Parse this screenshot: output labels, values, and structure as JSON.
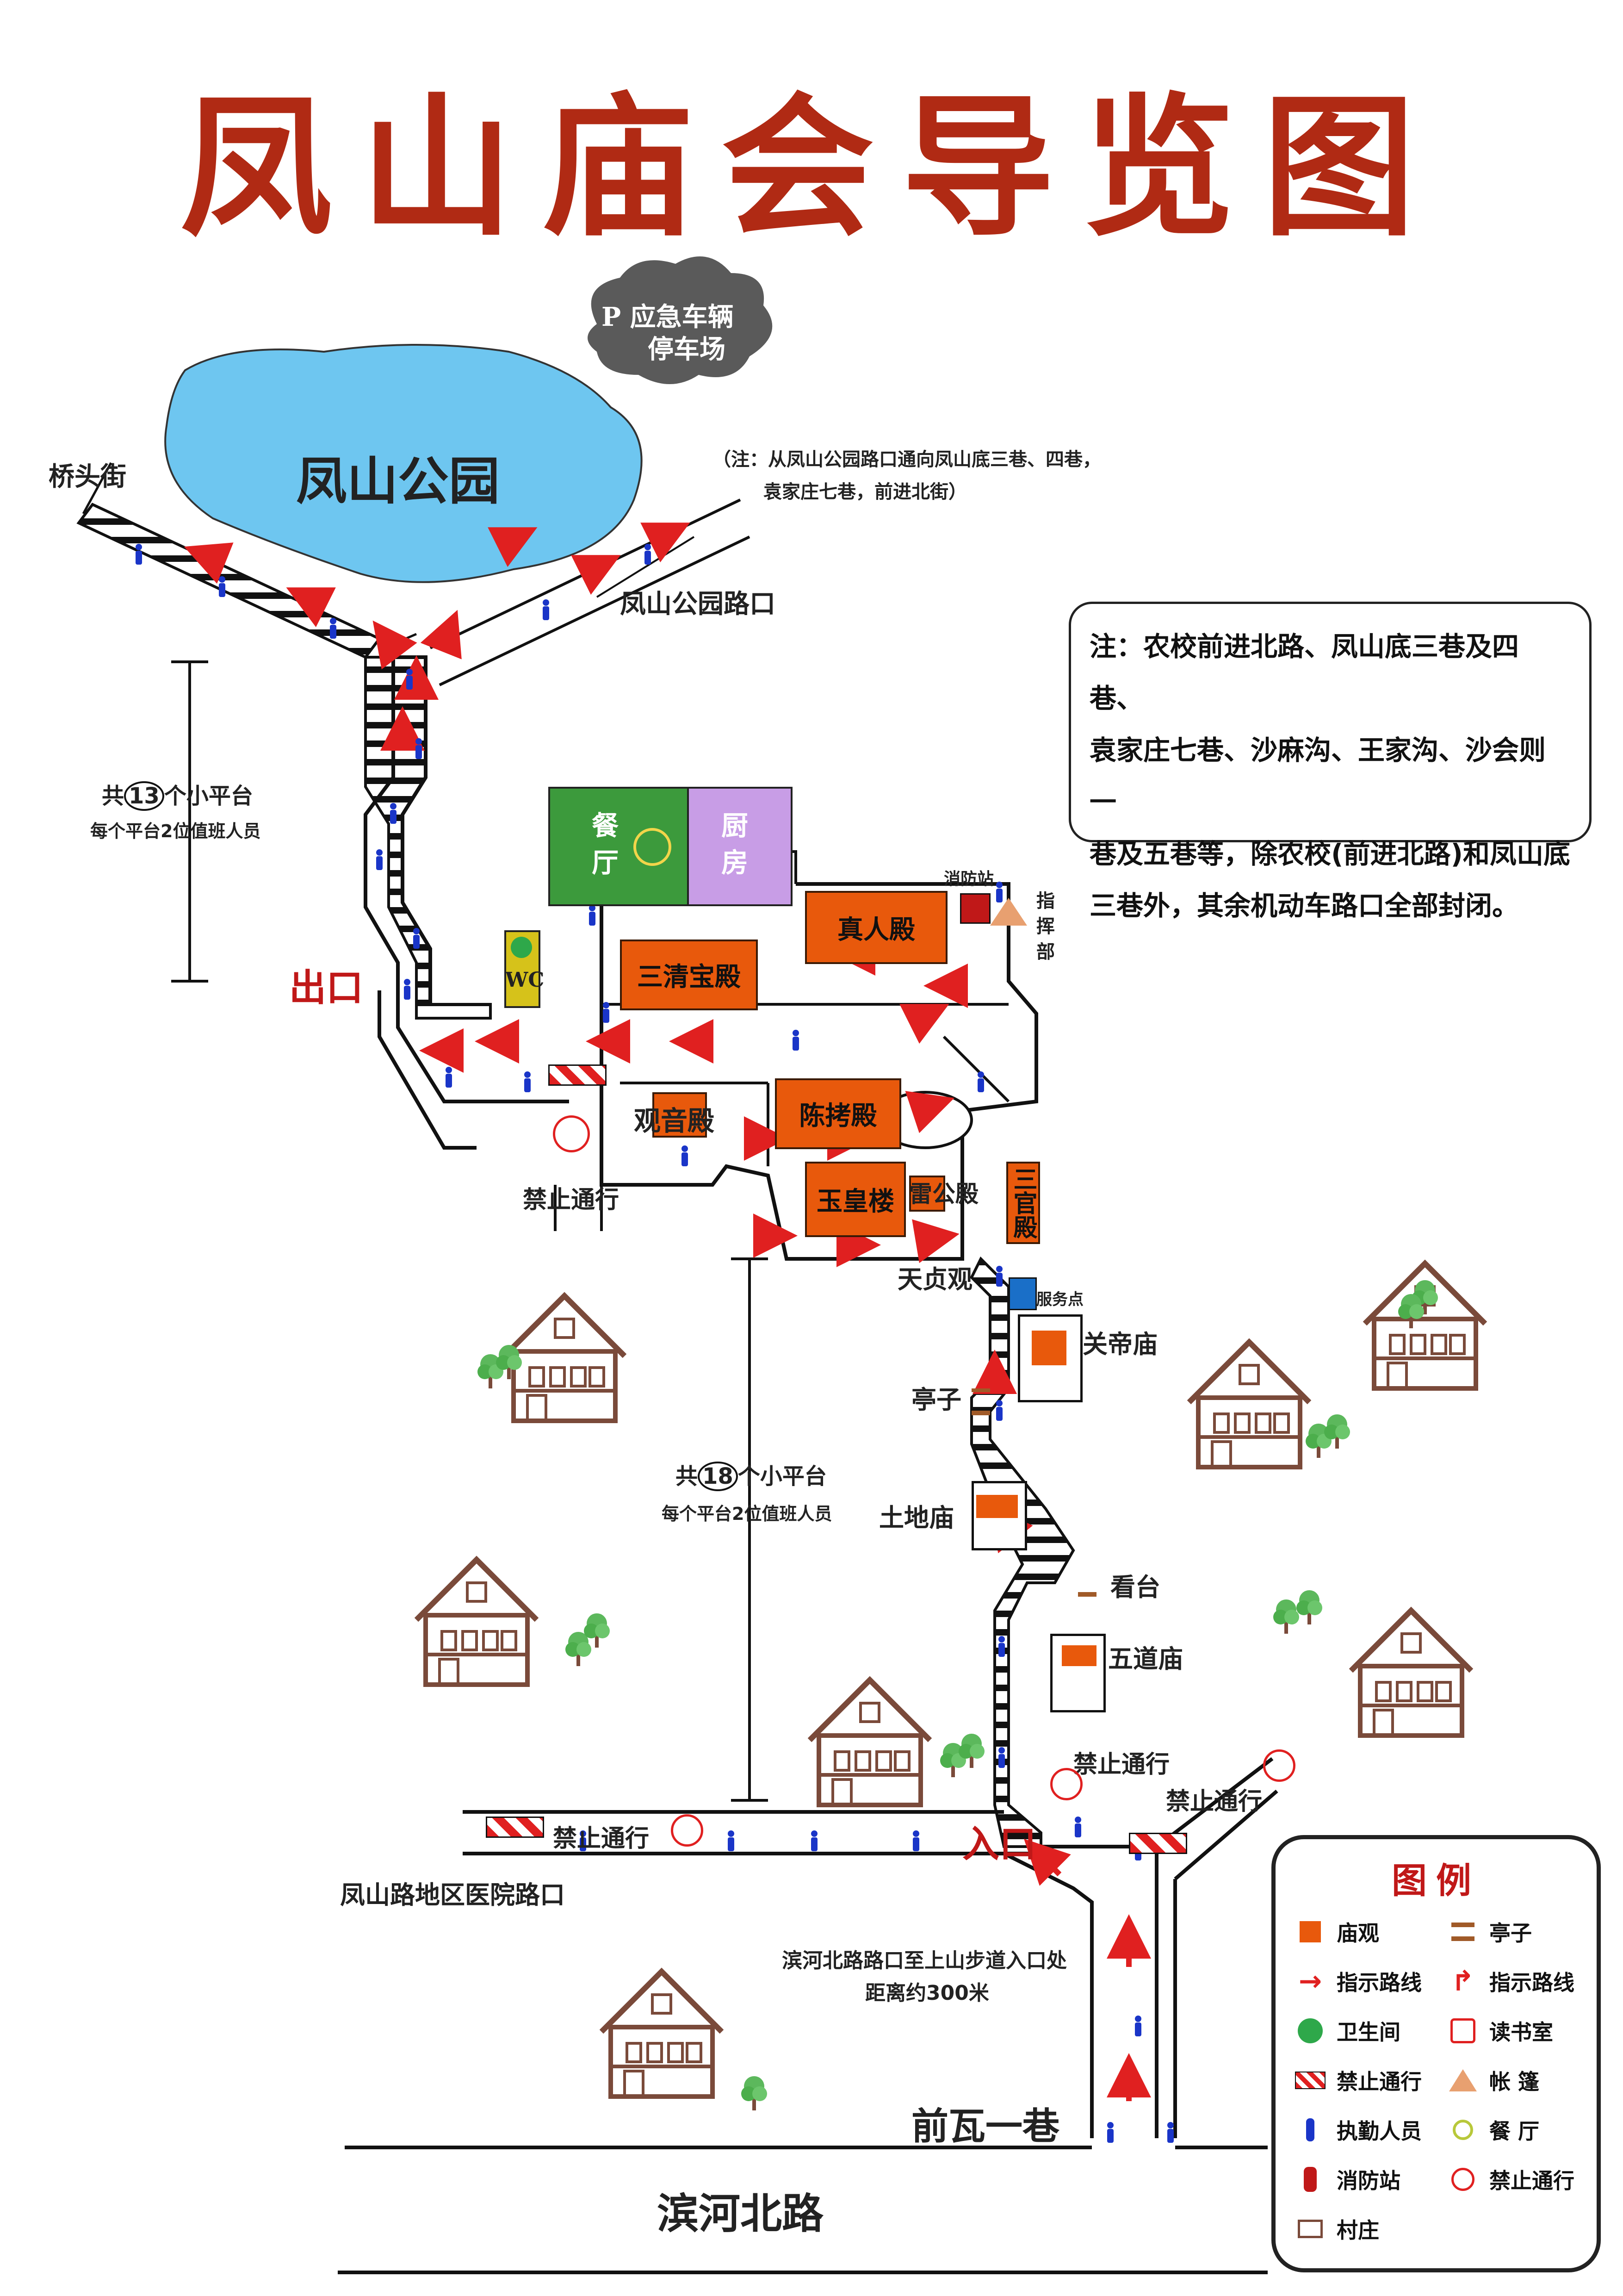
{
  "title": "凤山庙会导览图",
  "parking": {
    "label1": "P 应急车辆",
    "label2": "停车场"
  },
  "places": {
    "park": "凤山公园",
    "qiaotou": "桥头街",
    "park_road": "凤山公园路口",
    "exit": "出口",
    "entrance": "入口",
    "wc": "WC",
    "dining": "餐厅",
    "kitchen": "厨房",
    "fire_station": "消防站",
    "command": "指挥部",
    "zhenren": "真人殿",
    "sanqing": "三清宝殿",
    "guanyin": "观音殿",
    "chenjin": "陈拷殿",
    "yuhuang": "玉皇楼",
    "leigong": "雷公殿",
    "sanguan": "三官殿",
    "tianzhen": "天贞观",
    "service": "服务点",
    "guandi": "关帝庙",
    "pavilion": "亭子",
    "tudi": "土地庙",
    "kantai": "看台",
    "wudao": "五道庙",
    "no_pass_1": "禁止通行",
    "no_pass_2": "禁止通行",
    "no_pass_3": "禁止通行",
    "no_pass_4": "禁止通行",
    "hospital_road": "凤山路地区医院路口",
    "qianwa": "前瓦一巷",
    "binhe": "滨河北路"
  },
  "notes": {
    "park_note_1": "（注：从凤山公园路口通向凤山底三巷、四巷，",
    "park_note_2": "袁家庄七巷，前进北街）",
    "platform_1_a": "共",
    "platform_1_num": "13",
    "platform_1_b": "个小平台",
    "platform_1_sub": "每个平台2位值班人员",
    "platform_2_a": "共",
    "platform_2_num": "18",
    "platform_2_b": "个小平台",
    "platform_2_sub": "每个平台2位值班人员",
    "distance_1": "滨河北路路口至上山步道入口处",
    "distance_2": "距离约300米",
    "closure_lines": [
      "注：农校前进北路、凤山底三巷及四巷、",
      "袁家庄七巷、沙麻沟、王家沟、沙会则一",
      "巷及五巷等，除农校(前进北路)和凤山底",
      "三巷外，其余机动车路口全部封闭。"
    ]
  },
  "legend": {
    "title": "图例",
    "items": [
      {
        "label": "庙观",
        "icon": "temple-square-icon"
      },
      {
        "label": "亭子",
        "icon": "pavilion-icon"
      },
      {
        "label": "指示路线",
        "icon": "straight-arrow-icon"
      },
      {
        "label": "指示路线",
        "icon": "curved-arrow-icon"
      },
      {
        "label": "卫生间",
        "icon": "restroom-icon"
      },
      {
        "label": "读书室",
        "icon": "reading-room-icon"
      },
      {
        "label": "禁止通行",
        "icon": "barrier-icon"
      },
      {
        "label": "帐 篷",
        "icon": "tent-icon"
      },
      {
        "label": "执勤人员",
        "icon": "staff-icon"
      },
      {
        "label": "餐 厅",
        "icon": "dining-icon"
      },
      {
        "label": "消防站",
        "icon": "fire-extinguisher-icon"
      },
      {
        "label": "禁止通行",
        "icon": "no-pedestrian-icon"
      },
      {
        "label": "村庄",
        "icon": "village-icon"
      }
    ]
  },
  "colors": {
    "title": "#b02a14",
    "temple": "#e8590c",
    "lake": "#6ec6f0",
    "parking": "#555555",
    "arrow": "#e02020",
    "staff": "#1a35c8",
    "dining": "#3c9a3c",
    "kitchen": "#c89de6",
    "wc": "#d6c21a",
    "service": "#1a6fc8"
  }
}
